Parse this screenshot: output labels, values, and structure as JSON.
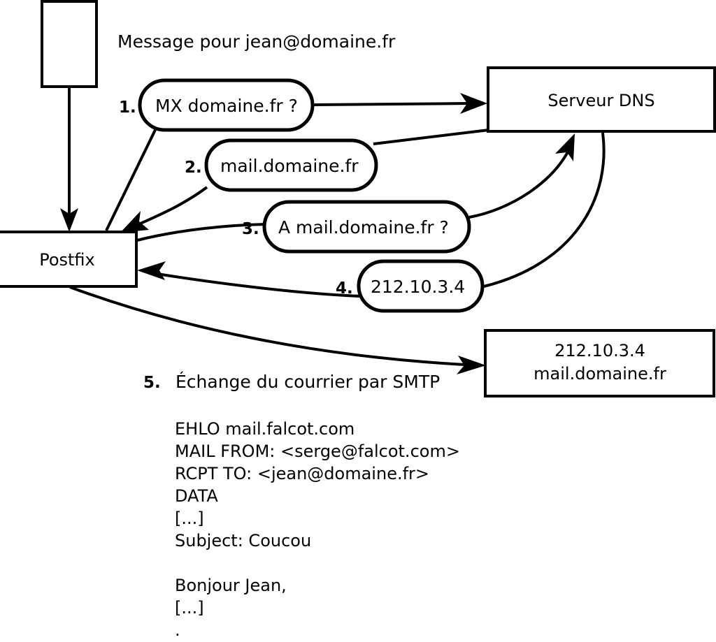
{
  "diagram": {
    "title_note": "Message pour jean@domaine.fr",
    "nodes": {
      "sender_box": {
        "label": ""
      },
      "postfix": {
        "label": "Postfix"
      },
      "dns_server": {
        "label": "Serveur DNS"
      },
      "mail_server": {
        "line1": "212.10.3.4",
        "line2": "mail.domaine.fr"
      }
    },
    "steps": [
      {
        "number": "1.",
        "label": "MX domaine.fr ?"
      },
      {
        "number": "2.",
        "label": "mail.domaine.fr"
      },
      {
        "number": "3.",
        "label": "A mail.domaine.fr ?"
      },
      {
        "number": "4.",
        "label": "212.10.3.4"
      },
      {
        "number": "5.",
        "label": "Échange du courrier par SMTP"
      }
    ],
    "smtp_transcript": [
      "EHLO mail.falcot.com",
      "MAIL FROM: <serge@falcot.com>",
      "RCPT TO: <jean@domaine.fr>",
      "DATA",
      "[...]",
      "Subject: Coucou",
      "",
      "Bonjour Jean,",
      "[...]",
      "."
    ],
    "colors": {
      "stroke": "#000000",
      "fill": "#ffffff",
      "text": "#000000"
    }
  }
}
